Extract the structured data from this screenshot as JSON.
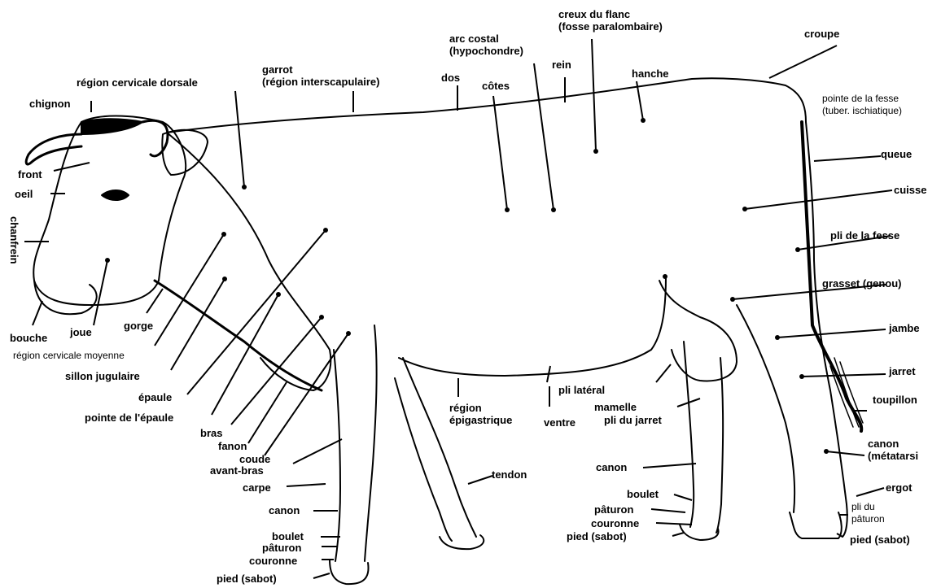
{
  "labels": {
    "creux_du_flanc_1": "creux du flanc",
    "creux_du_flanc_2": "(fosse paralombaire)",
    "arc_costal_1": "arc costal",
    "arc_costal_2": "(hypochondre)",
    "croupe": "croupe",
    "rein": "rein",
    "hanche": "hanche",
    "dos": "dos",
    "cotes": "côtes",
    "garrot_1": "garrot",
    "garrot_2": "(région interscapulaire)",
    "region_cervicale_dorsale": "région cervicale dorsale",
    "chignon": "chignon",
    "pointe_fesse_1": "pointe de la fesse",
    "pointe_fesse_2": "(tuber. ischiatique)",
    "queue": "queue",
    "front": "front",
    "oeil": "oeil",
    "chanfrein": "chanfrein",
    "cuisse": "cuisse",
    "pli_de_la_fesse": "pli de la fesse",
    "grasset": "grasset (genou)",
    "bouche": "bouche",
    "joue": "joue",
    "gorge": "gorge",
    "region_cervicale_moyenne": "région cervicale moyenne",
    "jambe": "jambe",
    "sillon_jugulaire": "sillon jugulaire",
    "jarret": "jarret",
    "epaule": "épaule",
    "pli_lateral": "pli latéral",
    "mamelle": "mamelle",
    "region_1": "région",
    "region_2": "épigastrique",
    "ventre": "ventre",
    "pli_du_jarret": "pli du jarret",
    "toupillon": "toupillon",
    "pointe_epaule": "pointe de l'épaule",
    "bras": "bras",
    "fanon": "fanon",
    "coude": "coude",
    "avant_bras": "avant-bras",
    "carpe": "carpe",
    "canon_rear_1": "canon",
    "canon_rear_2": "(métatarsi",
    "canon_mid": "canon",
    "tendon": "tendon",
    "canon_front": "canon",
    "ergot": "ergot",
    "boulet_rear": "boulet",
    "pli_paturon_1": "pli du",
    "pli_paturon_2": "pâturon",
    "paturon_rear": "pâturon",
    "couronne_rear": "couronne",
    "pied_rear": "pied (sabot)",
    "pied_far": "pied (sabot)",
    "boulet_front": "boulet",
    "paturon_front": "pâturon",
    "couronne_front": "couronne",
    "pied_front": "pied (sabot)"
  }
}
